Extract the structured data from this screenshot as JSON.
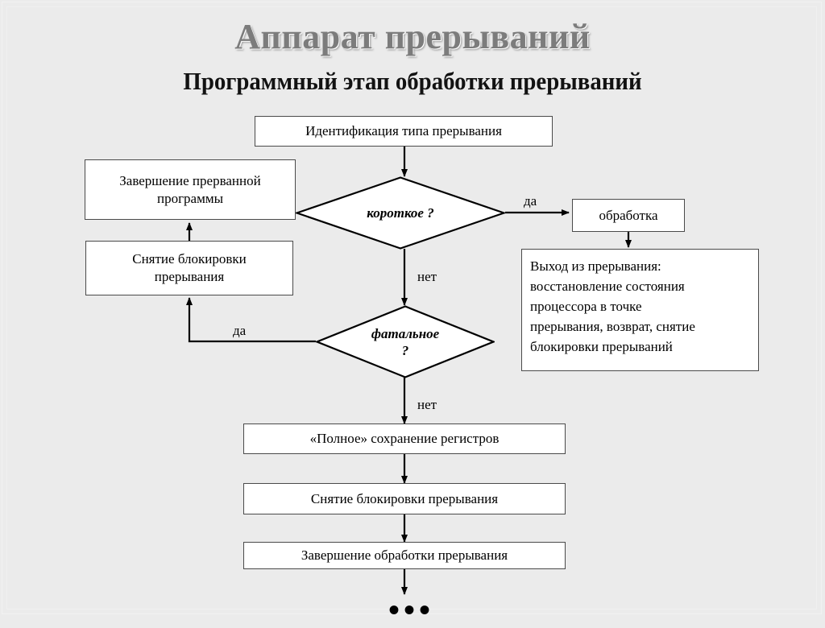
{
  "slide": {
    "title": "Аппарат прерываний",
    "subtitle": "Программный этап обработки прерываний",
    "background_color": "#ebebeb",
    "title_color": "#7c7c7c",
    "text_color": "#000000",
    "node_fill": "#ffffff",
    "node_border": "#4a4a4a"
  },
  "flowchart": {
    "type": "flowchart",
    "nodes": {
      "identify": "Идентификация типа прерывания",
      "finish_program": "Завершение прерванной\nпрограммы",
      "unlock_left": "Снятие блокировки\nпрерывания",
      "short_decision": "короткое ?",
      "fatal_decision": "фатальное\n?",
      "processing": "обработка",
      "exit_block": "Выход из прерывания: восстановление состояния процессора в точке прерывания, возврат, снятие блокировки прерываний",
      "exit_block_lines": [
        "Выход из прерывания:",
        "восстановление состояния",
        "процессора в точке",
        "прерывания, возврат, снятие",
        "блокировки прерываний"
      ],
      "full_save": "«Полное» сохранение регистров",
      "unlock_bottom": "Снятие блокировки прерывания",
      "finish_handling": "Завершение обработки прерывания",
      "ellipsis": "•••"
    },
    "edge_labels": {
      "short_yes": "да",
      "short_no": "нет",
      "fatal_yes": "да",
      "fatal_no": "нет"
    }
  }
}
